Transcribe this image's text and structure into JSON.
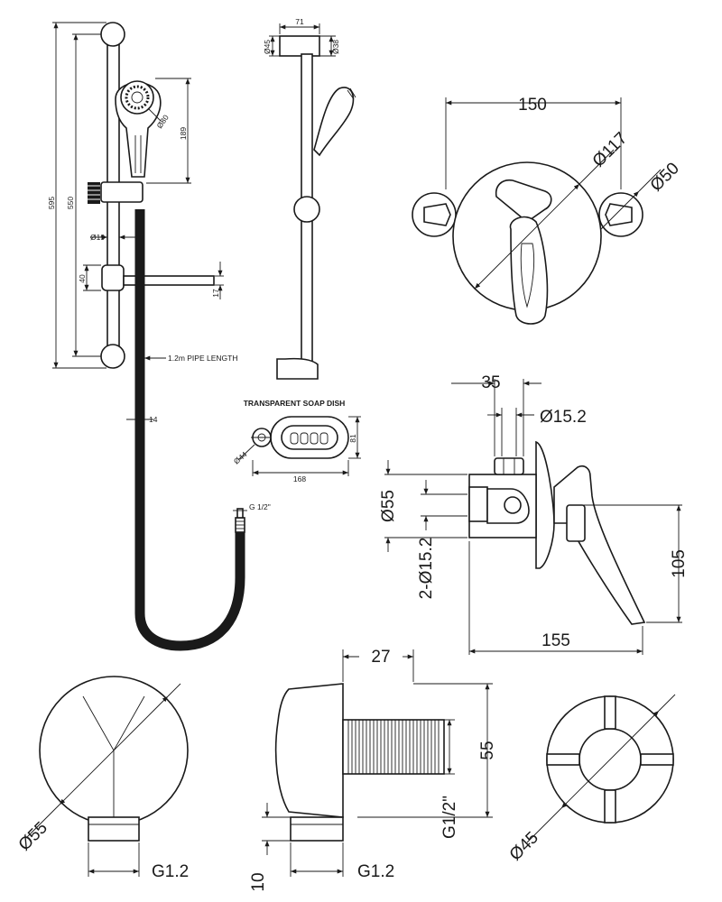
{
  "rail_kit": {
    "total_height": "595",
    "rail_centres": "550",
    "handset_height": "189",
    "handset_dia": "Ø80",
    "rail_dia": "Ø19",
    "slider_height": "40",
    "dish_thickness": "17",
    "pipe_length": "1.2m PIPE LENGTH",
    "hose_dia": "14",
    "hose_thread": "G 1/2\""
  },
  "rail_side": {
    "bracket_projection": "71",
    "bracket_dia": "Ø45",
    "rail_dia": "Ø38"
  },
  "soap_dish": {
    "title": "TRANSPARENT SOAP DISH",
    "height": "81",
    "width": "168",
    "ring_dia": "Ø44"
  },
  "valve_front": {
    "width": "150",
    "plate_dia": "Ø117",
    "stopcock_dia": "Ø50"
  },
  "valve_side": {
    "inlet_spacing": "35",
    "pipe_dia": "Ø15.2",
    "body_dia": "Ø55",
    "inlet_dia": "2-Ø15.2",
    "height": "105",
    "depth": "155"
  },
  "outlet_elbow": {
    "front_dia": "Ø55",
    "front_thread": "G1.2",
    "side_depth": "27",
    "side_height": "55",
    "side_thread_vertical": "G1/2\"",
    "side_thread": "G1.2",
    "side_offset": "10",
    "back_dia": "Ø45"
  },
  "colors": {
    "line": "#1a1a1a",
    "background": "#ffffff",
    "panel": "#ffffff"
  }
}
